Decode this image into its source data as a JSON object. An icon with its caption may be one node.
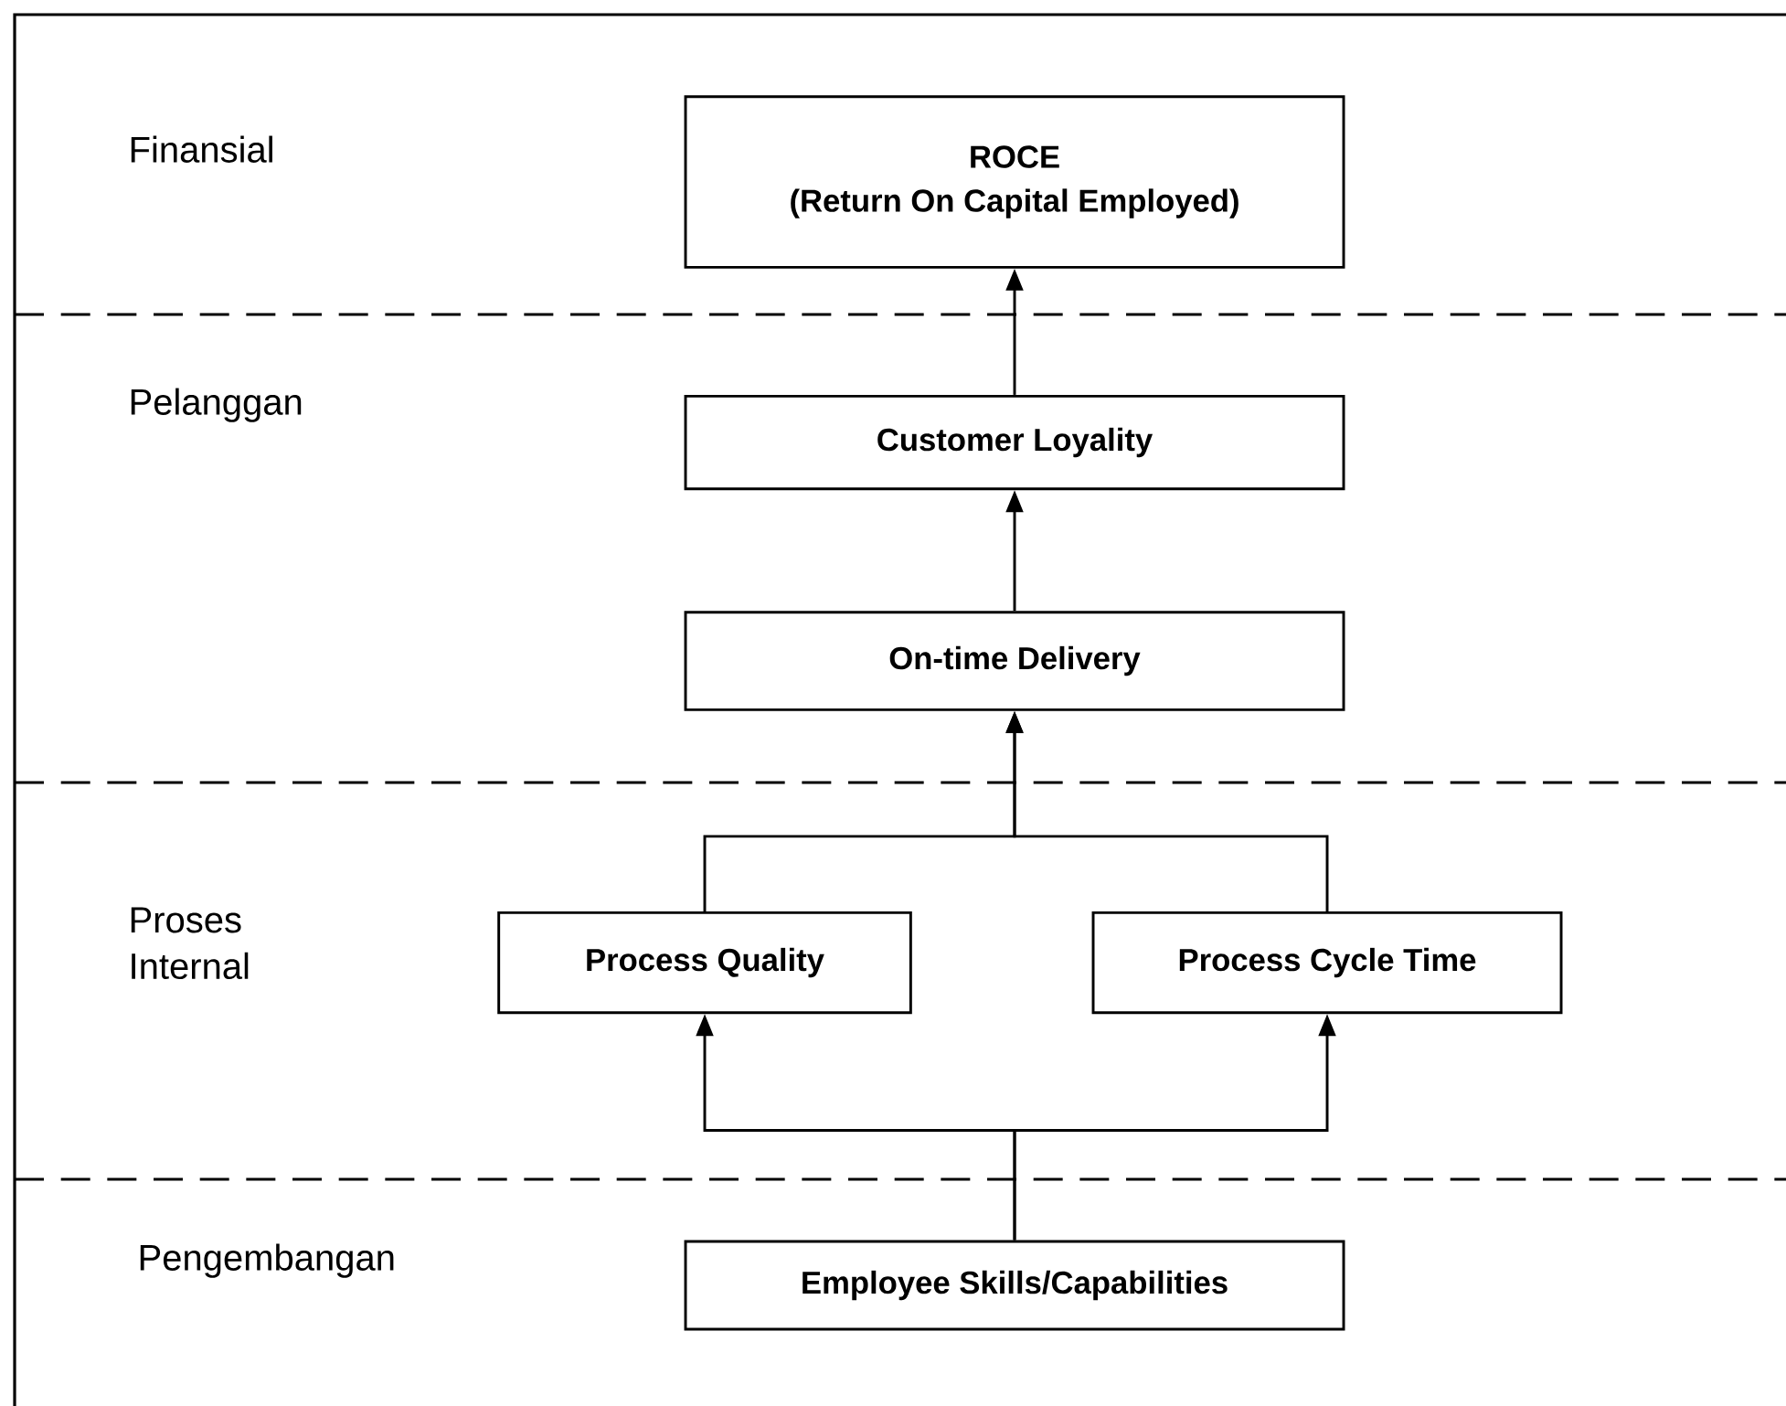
{
  "diagram": {
    "nodes": [
      {
        "text": [
          "ROCE",
          "(Return On Capital Employed)"
        ]
      },
      {
        "text": [
          "Customer Loyality"
        ]
      },
      {
        "text": [
          "On-time Delivery"
        ]
      },
      {
        "text": [
          "Process Quality"
        ]
      },
      {
        "text": [
          "Process Cycle Time"
        ]
      },
      {
        "text": [
          "Employee Skills/Capabilities"
        ]
      }
    ],
    "edges": [
      {
        "from": 1,
        "to": 0,
        "arrow": "to"
      },
      {
        "from": 2,
        "to": 1,
        "arrow": "to"
      },
      {
        "from": 3,
        "to": 2,
        "arrow": "to"
      },
      {
        "from": 4,
        "to": 2,
        "arrow": "to"
      },
      {
        "from": 5,
        "to": 3,
        "arrow": "to"
      },
      {
        "from": 5,
        "to": 4,
        "arrow": "to"
      }
    ],
    "labels": [
      "Finansial",
      "Pelanggan",
      "Proses Internal",
      "Pengembangan"
    ]
  }
}
